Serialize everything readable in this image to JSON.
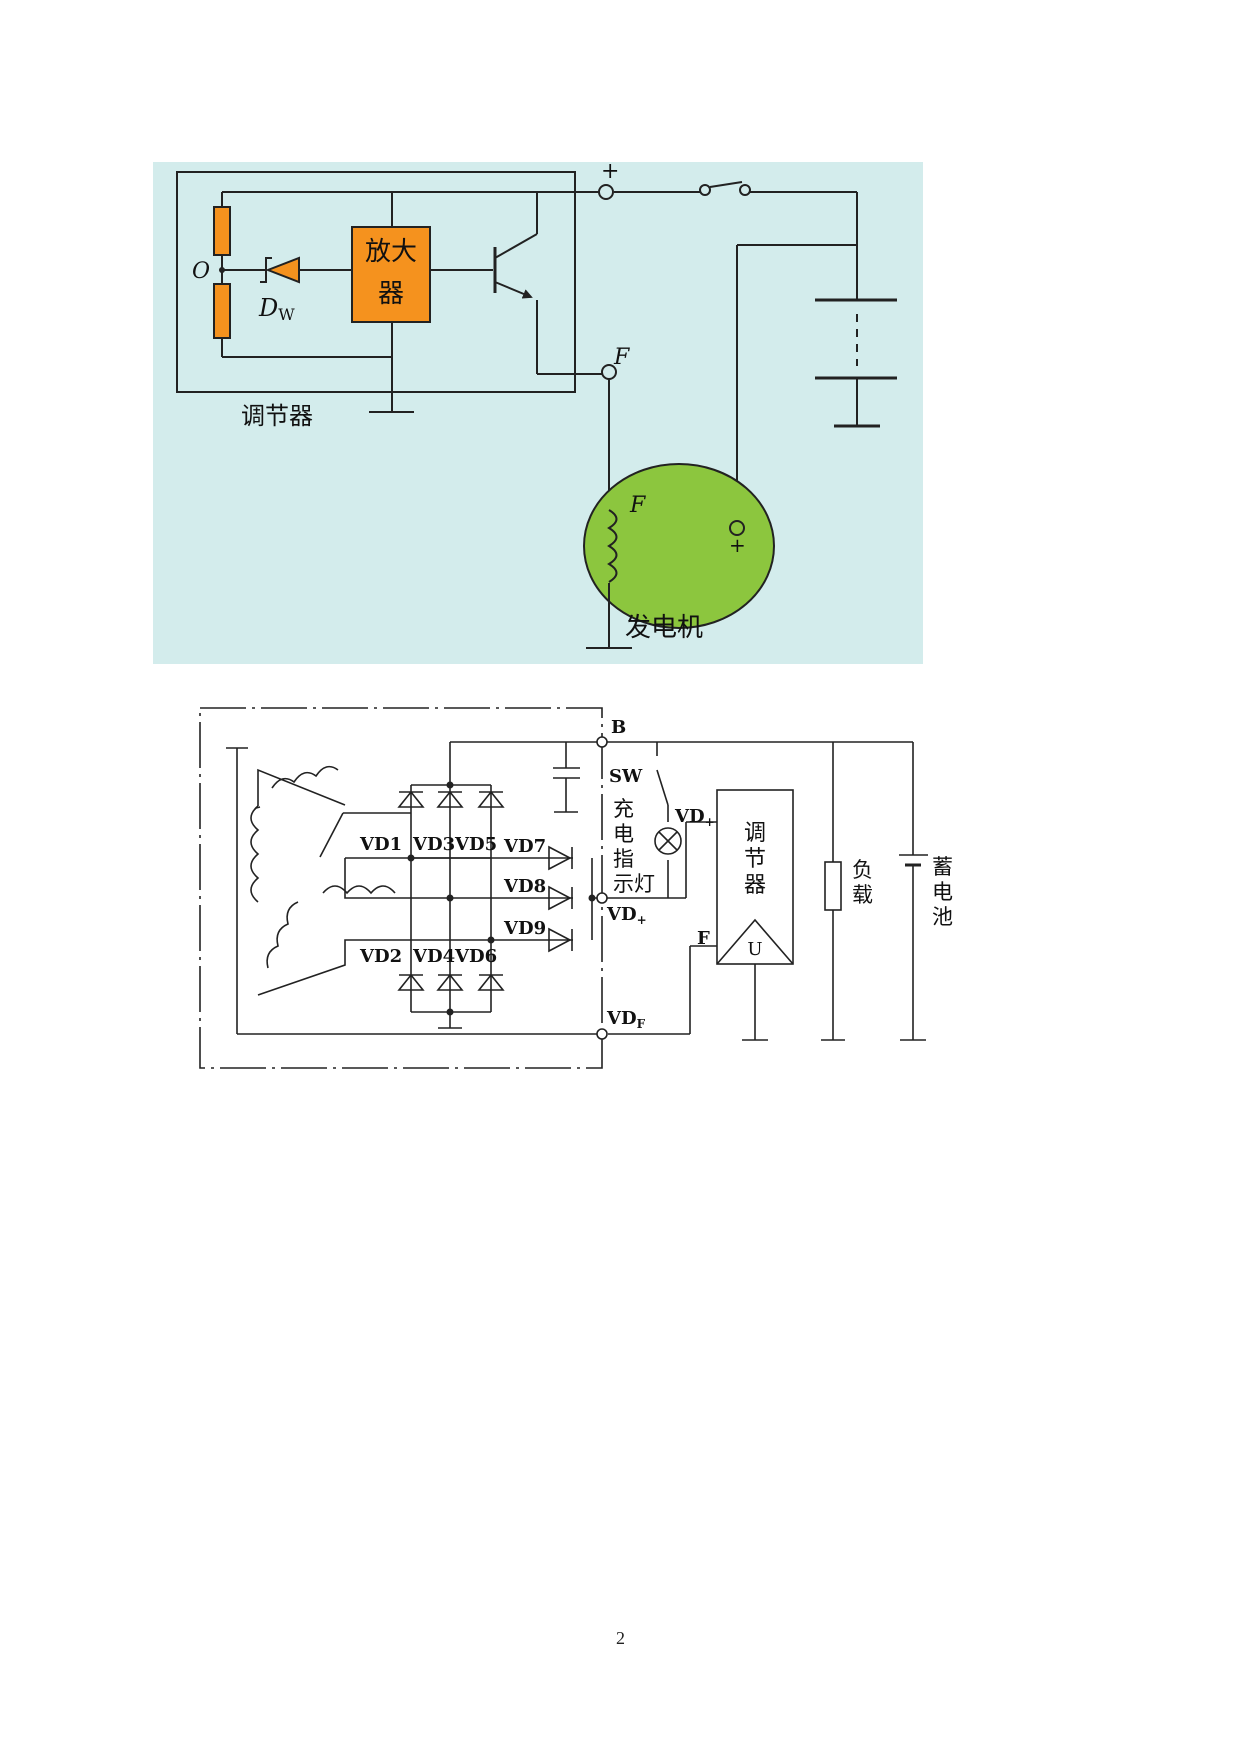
{
  "colors": {
    "panel_bg": "#d3ecec",
    "amplifier_fill": "#f5921e",
    "resistor_fill": "#f5921e",
    "generator_fill": "#8cc63e",
    "wire": "#222222"
  },
  "fig1": {
    "plus_terminal": "+",
    "f_terminal": "F",
    "node_o": "O",
    "zener": "D",
    "zener_sub": "W",
    "amp_line1": "放大",
    "amp_line2": "器",
    "regulator": "调节器",
    "field_coil": "F",
    "gen_plus": "+",
    "generator": "发电机"
  },
  "fig2": {
    "b_terminal": "B",
    "sw": "SW",
    "lamp_c1": "充",
    "lamp_c2": "电",
    "lamp_c3": "指",
    "lamp_c4": "示灯",
    "vd_plus_top": "VD",
    "vd_plus_top_sub": "+",
    "vd_plus_mid": "VD",
    "vd_plus_mid_sub": "+",
    "vd_f": "VD",
    "vd_f_sub": "F",
    "reg_c1": "调",
    "reg_c2": "节",
    "reg_c3": "器",
    "reg_u": "U",
    "f_term": "F",
    "load_c1": "负",
    "load_c2": "载",
    "batt_c1": "蓄",
    "batt_c2": "电",
    "batt_c3": "池",
    "vd1": "VD1",
    "vd3": "VD3",
    "vd5": "VD5",
    "vd7": "VD7",
    "vd8": "VD8",
    "vd9": "VD9",
    "vd2": "VD2",
    "vd4": "VD4",
    "vd6": "VD6"
  },
  "page_number": "2"
}
